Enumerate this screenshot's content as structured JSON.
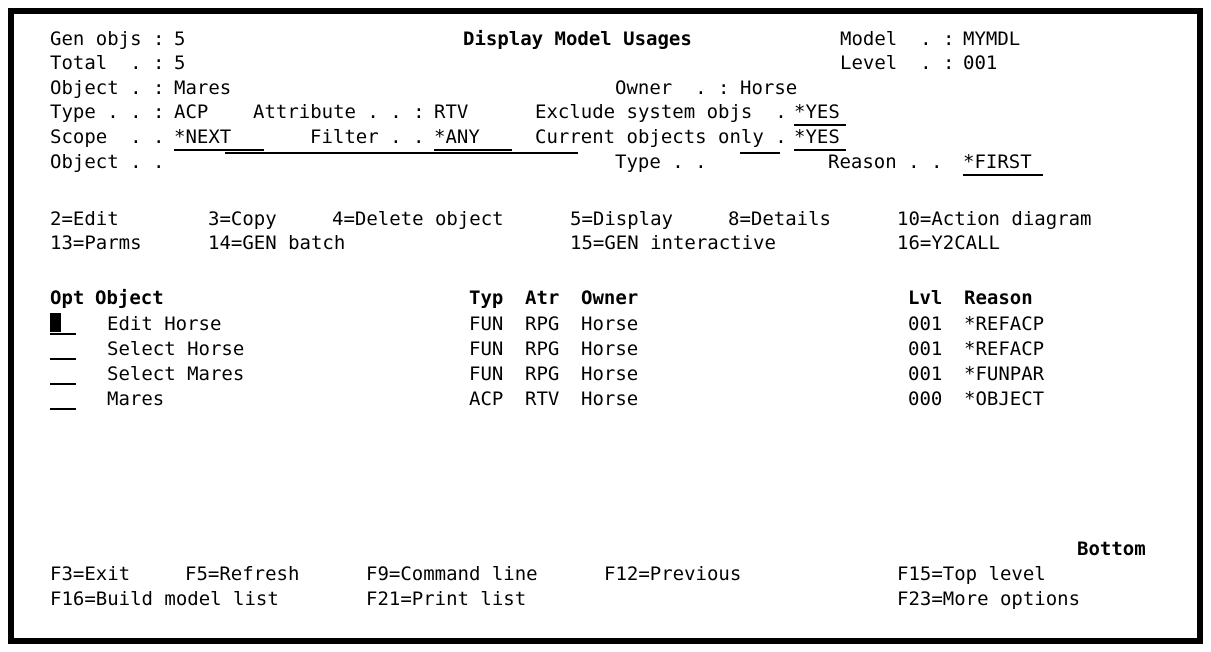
{
  "screen": {
    "title": "Display Model Usages",
    "bg_color": "#ffffff",
    "fg_color": "#000000",
    "border_color": "#000000"
  },
  "header": {
    "gen_objs_label": "Gen objs :",
    "gen_objs_value": "5",
    "total_label": "Total  . :",
    "total_value": "5",
    "object_label": "Object . :",
    "object_value": "Mares",
    "owner_label": "Owner  . :",
    "owner_value": "Horse",
    "model_label": "Model  . :",
    "model_value": "MYMDL",
    "level_label": "Level  . :",
    "level_value": "001",
    "type_label": "Type . . :",
    "type_value": "ACP",
    "attribute_label": "Attribute . . :",
    "attribute_value": "RTV",
    "exclude_label": "Exclude system objs  .",
    "exclude_value": "*YES",
    "scope_label": "Scope  . .",
    "scope_value": "*NEXT",
    "filter_label": "Filter . .",
    "filter_value": "*ANY",
    "current_only_label": "Current objects only .",
    "current_only_value": "*YES",
    "object2_label": "Object . .",
    "object2_value": "",
    "type2_label": "Type . .",
    "type2_value": "",
    "reason_label": "Reason . .",
    "reason_value": "*FIRST"
  },
  "options": {
    "line1": [
      {
        "label": "2=Edit"
      },
      {
        "label": "3=Copy"
      },
      {
        "label": "4=Delete object"
      },
      {
        "label": "5=Display"
      },
      {
        "label": "8=Details"
      },
      {
        "label": "10=Action diagram"
      }
    ],
    "line2": [
      {
        "label": "13=Parms"
      },
      {
        "label": "14=GEN batch"
      },
      {
        "label": "15=GEN interactive"
      },
      {
        "label": "16=Y2CALL"
      }
    ]
  },
  "list": {
    "headers": {
      "opt": "Opt",
      "object": "Object",
      "typ": "Typ",
      "atr": "Atr",
      "owner": "Owner",
      "lvl": "Lvl",
      "reason": "Reason"
    },
    "rows": [
      {
        "opt": "",
        "object": "Edit Horse",
        "typ": "FUN",
        "atr": "RPG",
        "owner": "Horse",
        "lvl": "001",
        "reason": "*REFACP"
      },
      {
        "opt": "",
        "object": "Select Horse",
        "typ": "FUN",
        "atr": "RPG",
        "owner": "Horse",
        "lvl": "001",
        "reason": "*REFACP"
      },
      {
        "opt": "",
        "object": "Select Mares",
        "typ": "FUN",
        "atr": "RPG",
        "owner": "Horse",
        "lvl": "001",
        "reason": "*FUNPAR"
      },
      {
        "opt": "",
        "object": "Mares",
        "typ": "ACP",
        "atr": "RTV",
        "owner": "Horse",
        "lvl": "000",
        "reason": "*OBJECT"
      }
    ],
    "more_indicator": "Bottom"
  },
  "function_keys": {
    "line1": [
      {
        "label": "F3=Exit"
      },
      {
        "label": "F5=Refresh"
      },
      {
        "label": "F9=Command line"
      },
      {
        "label": "F12=Previous"
      },
      {
        "label": "F15=Top level"
      }
    ],
    "line2": [
      {
        "label": "F16=Build model list"
      },
      {
        "label": "F21=Print list"
      },
      {
        "label": "F23=More options"
      }
    ]
  }
}
